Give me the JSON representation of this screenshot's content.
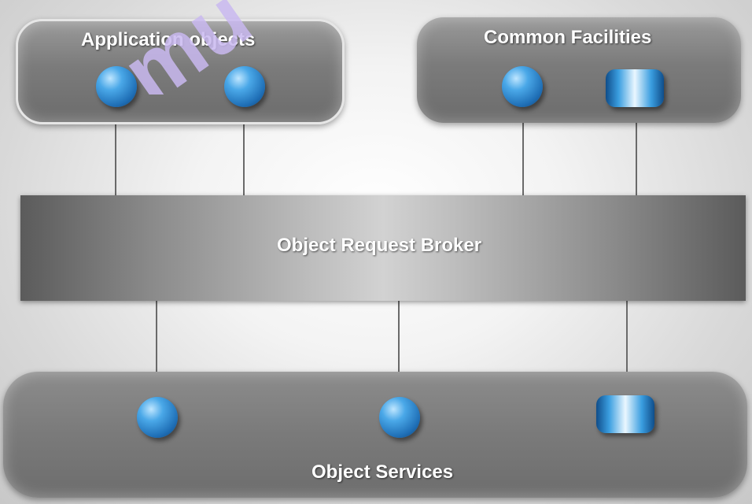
{
  "labels": {
    "application_objects": "Application objects",
    "common_facilities": "Common Facilities",
    "object_request_broker": "Object Request Broker",
    "object_services": "Object Services"
  },
  "colors": {
    "object_blue": "#2a7fc8",
    "panel_gray": "#7b7b7b",
    "watermark": "#c9b8f0"
  },
  "watermark_text": "mu"
}
